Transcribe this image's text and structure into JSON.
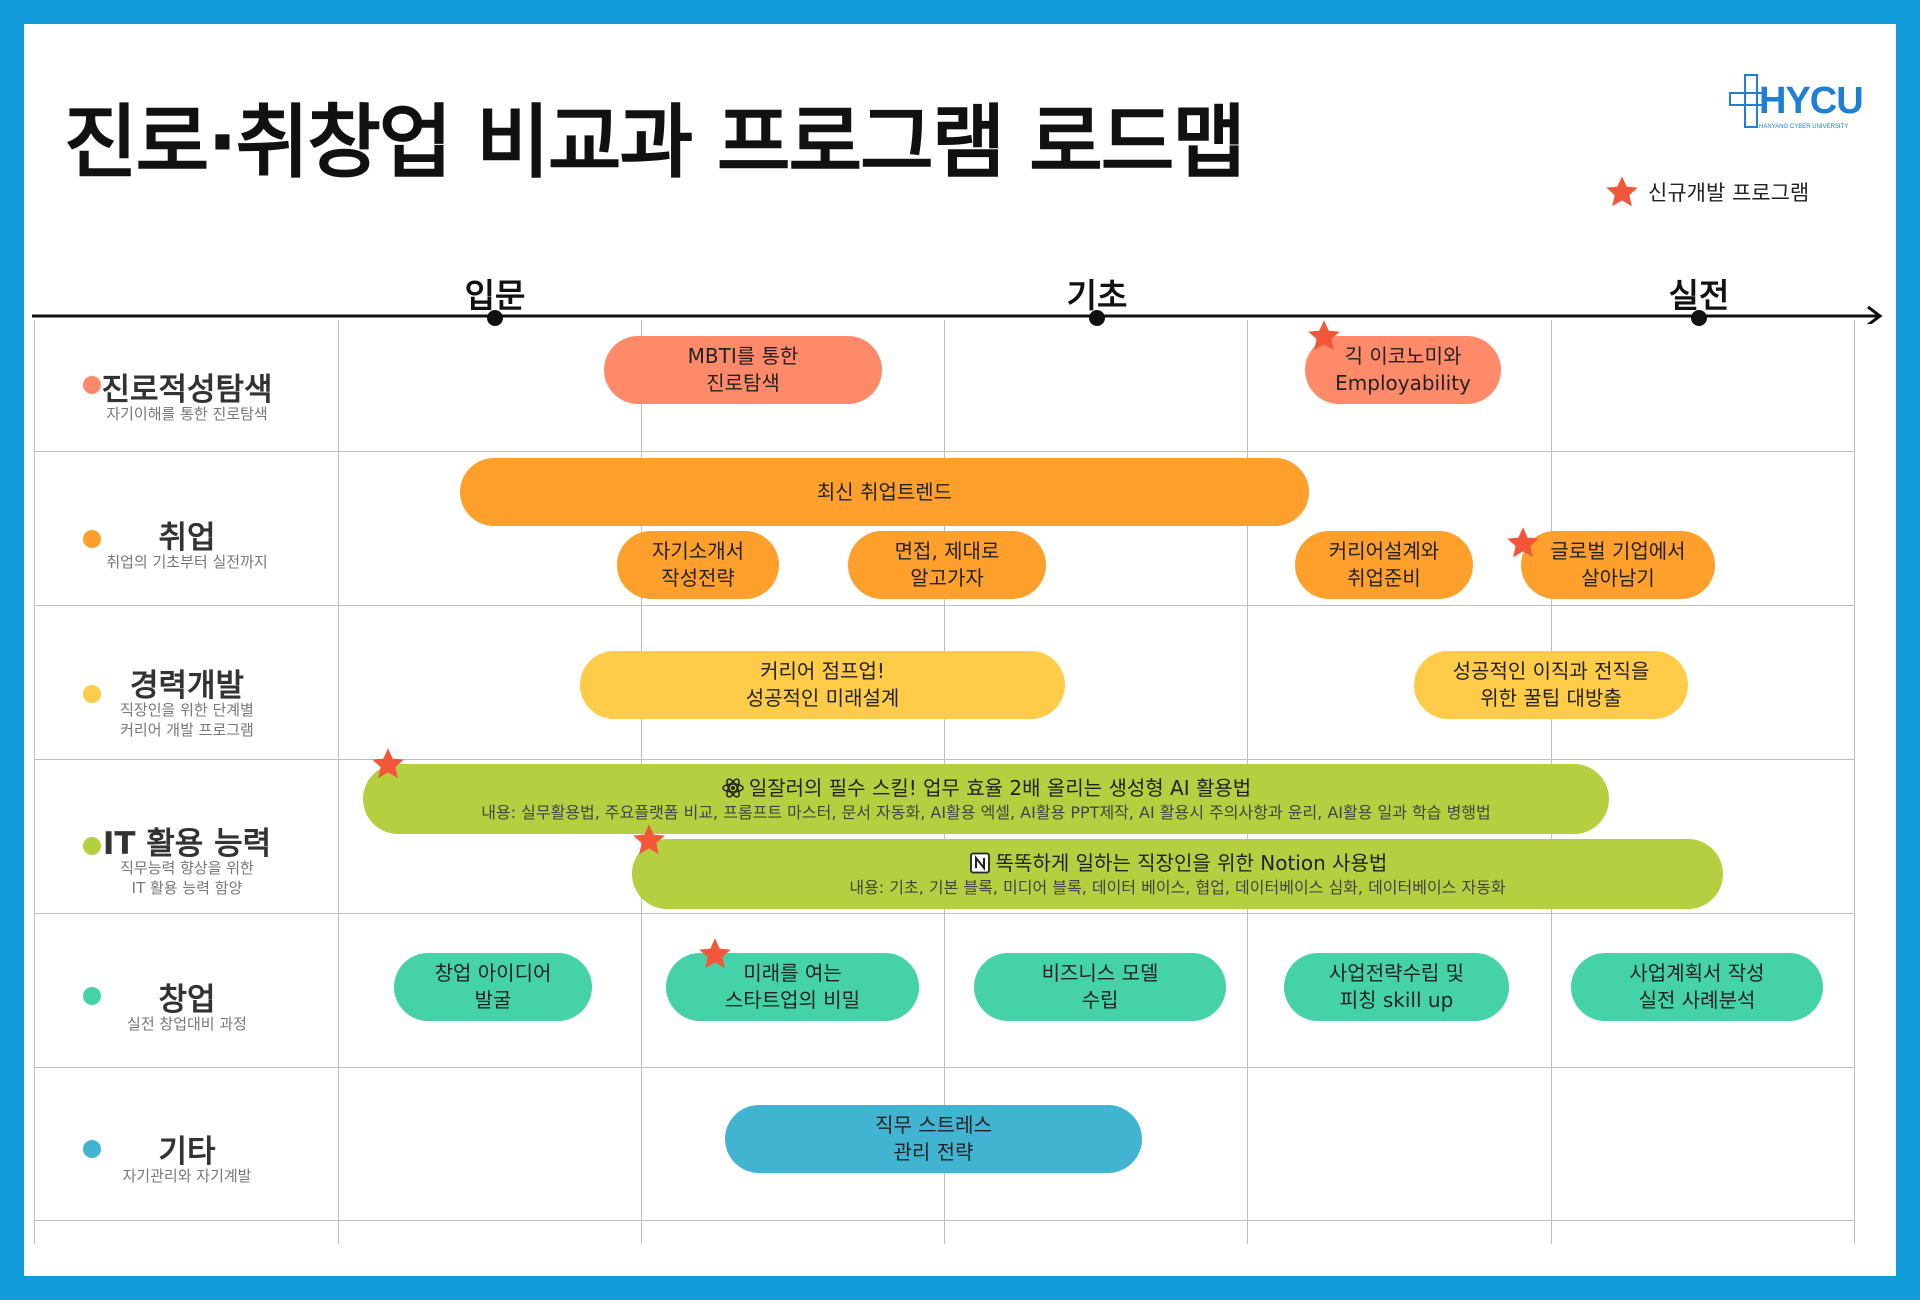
{
  "title": "진로·취창업 비교과 프로그램 로드맵",
  "logo": {
    "text": "HYCU",
    "sub": "HANYANG CYBER UNIVERSITY"
  },
  "legend": {
    "label": "신규개발 프로그램",
    "star_color": "#F2573A"
  },
  "stages": [
    "입문",
    "기초",
    "실전"
  ],
  "categories": [
    {
      "title": "진로적성탐색",
      "sub": "자기이해를 통한 진로탐색",
      "color": "#FF8A6A"
    },
    {
      "title": "취업",
      "sub": "취업의 기초부터 실전까지",
      "color": "#FFA02D"
    },
    {
      "title": "경력개발",
      "sub": "직장인을 위한 단계별\n커리어 개발 프로그램",
      "color": "#FFCC4A"
    },
    {
      "title": "IT 활용 능력",
      "sub": "직무능력 향상을 위한\nIT 활용 능력 함양",
      "color": "#B4CF3F"
    },
    {
      "title": "창업",
      "sub": "실전 창업대비 과정",
      "color": "#45D2A8"
    },
    {
      "title": "기타",
      "sub": "자기관리와 자기계발",
      "color": "#41B4D2"
    }
  ],
  "programs": {
    "mbti": "MBTI를 통한\n진로탐색",
    "gig": "긱 이코노미와\nEmployability",
    "trend": "최신 취업트렌드",
    "intro": "자기소개서\n작성전략",
    "interview": "면접, 제대로\n알고가자",
    "career_design": "커리어설계와\n취업준비",
    "global": "글로벌 기업에서\n살아남기",
    "jumpup": "커리어 점프업!\n성공적인 미래설계",
    "jobchange": "성공적인 이직과 전직을\n위한 꿀팁 대방출",
    "ai": "일잘러의 필수 스킬! 업무 효율 2배 올리는 생성형 AI 활용법",
    "ai_sub": "내용: 실무활용법, 주요플랫폼 비교, 프롬프트 마스터, 문서 자동화, AI활용 엑셀, AI활용 PPT제작, AI 활용시 주의사항과 윤리, AI활용 일과 학습 병행법",
    "notion": "똑똑하게 일하는 직장인을 위한 Notion 사용법",
    "notion_sub": "내용: 기초, 기본 블록, 미디어 블록, 데이터 베이스, 협업, 데이터베이스 심화, 데이터베이스 자동화",
    "idea": "창업 아이디어\n발굴",
    "startup": "미래를 여는\n스타트업의 비밀",
    "bizmodel": "비즈니스 모델\n수립",
    "strategy": "사업전략수립 및\n피칭 skill up",
    "bizplan": "사업계획서 작성\n실전 사례분석",
    "stress": "직무 스트레스\n관리 전략"
  }
}
